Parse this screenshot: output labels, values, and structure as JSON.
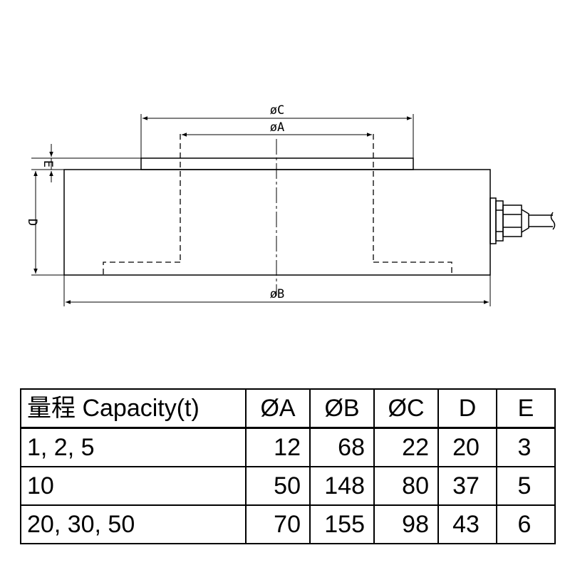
{
  "drawing": {
    "labels": {
      "dia_c": "øC",
      "dia_a": "øA",
      "dia_b": "øB",
      "dim_d": "D",
      "dim_e": "E"
    }
  },
  "table": {
    "headers": [
      "量程 Capacity(t)",
      "ØA",
      "ØB",
      "ØC",
      "D",
      "E"
    ],
    "rows": [
      [
        "1, 2, 5",
        "12",
        "68",
        "22",
        "20",
        "3"
      ],
      [
        "10",
        "50",
        "148",
        "80",
        "37",
        "5"
      ],
      [
        "20, 30, 50",
        "70",
        "155",
        "98",
        "43",
        "6"
      ]
    ]
  }
}
